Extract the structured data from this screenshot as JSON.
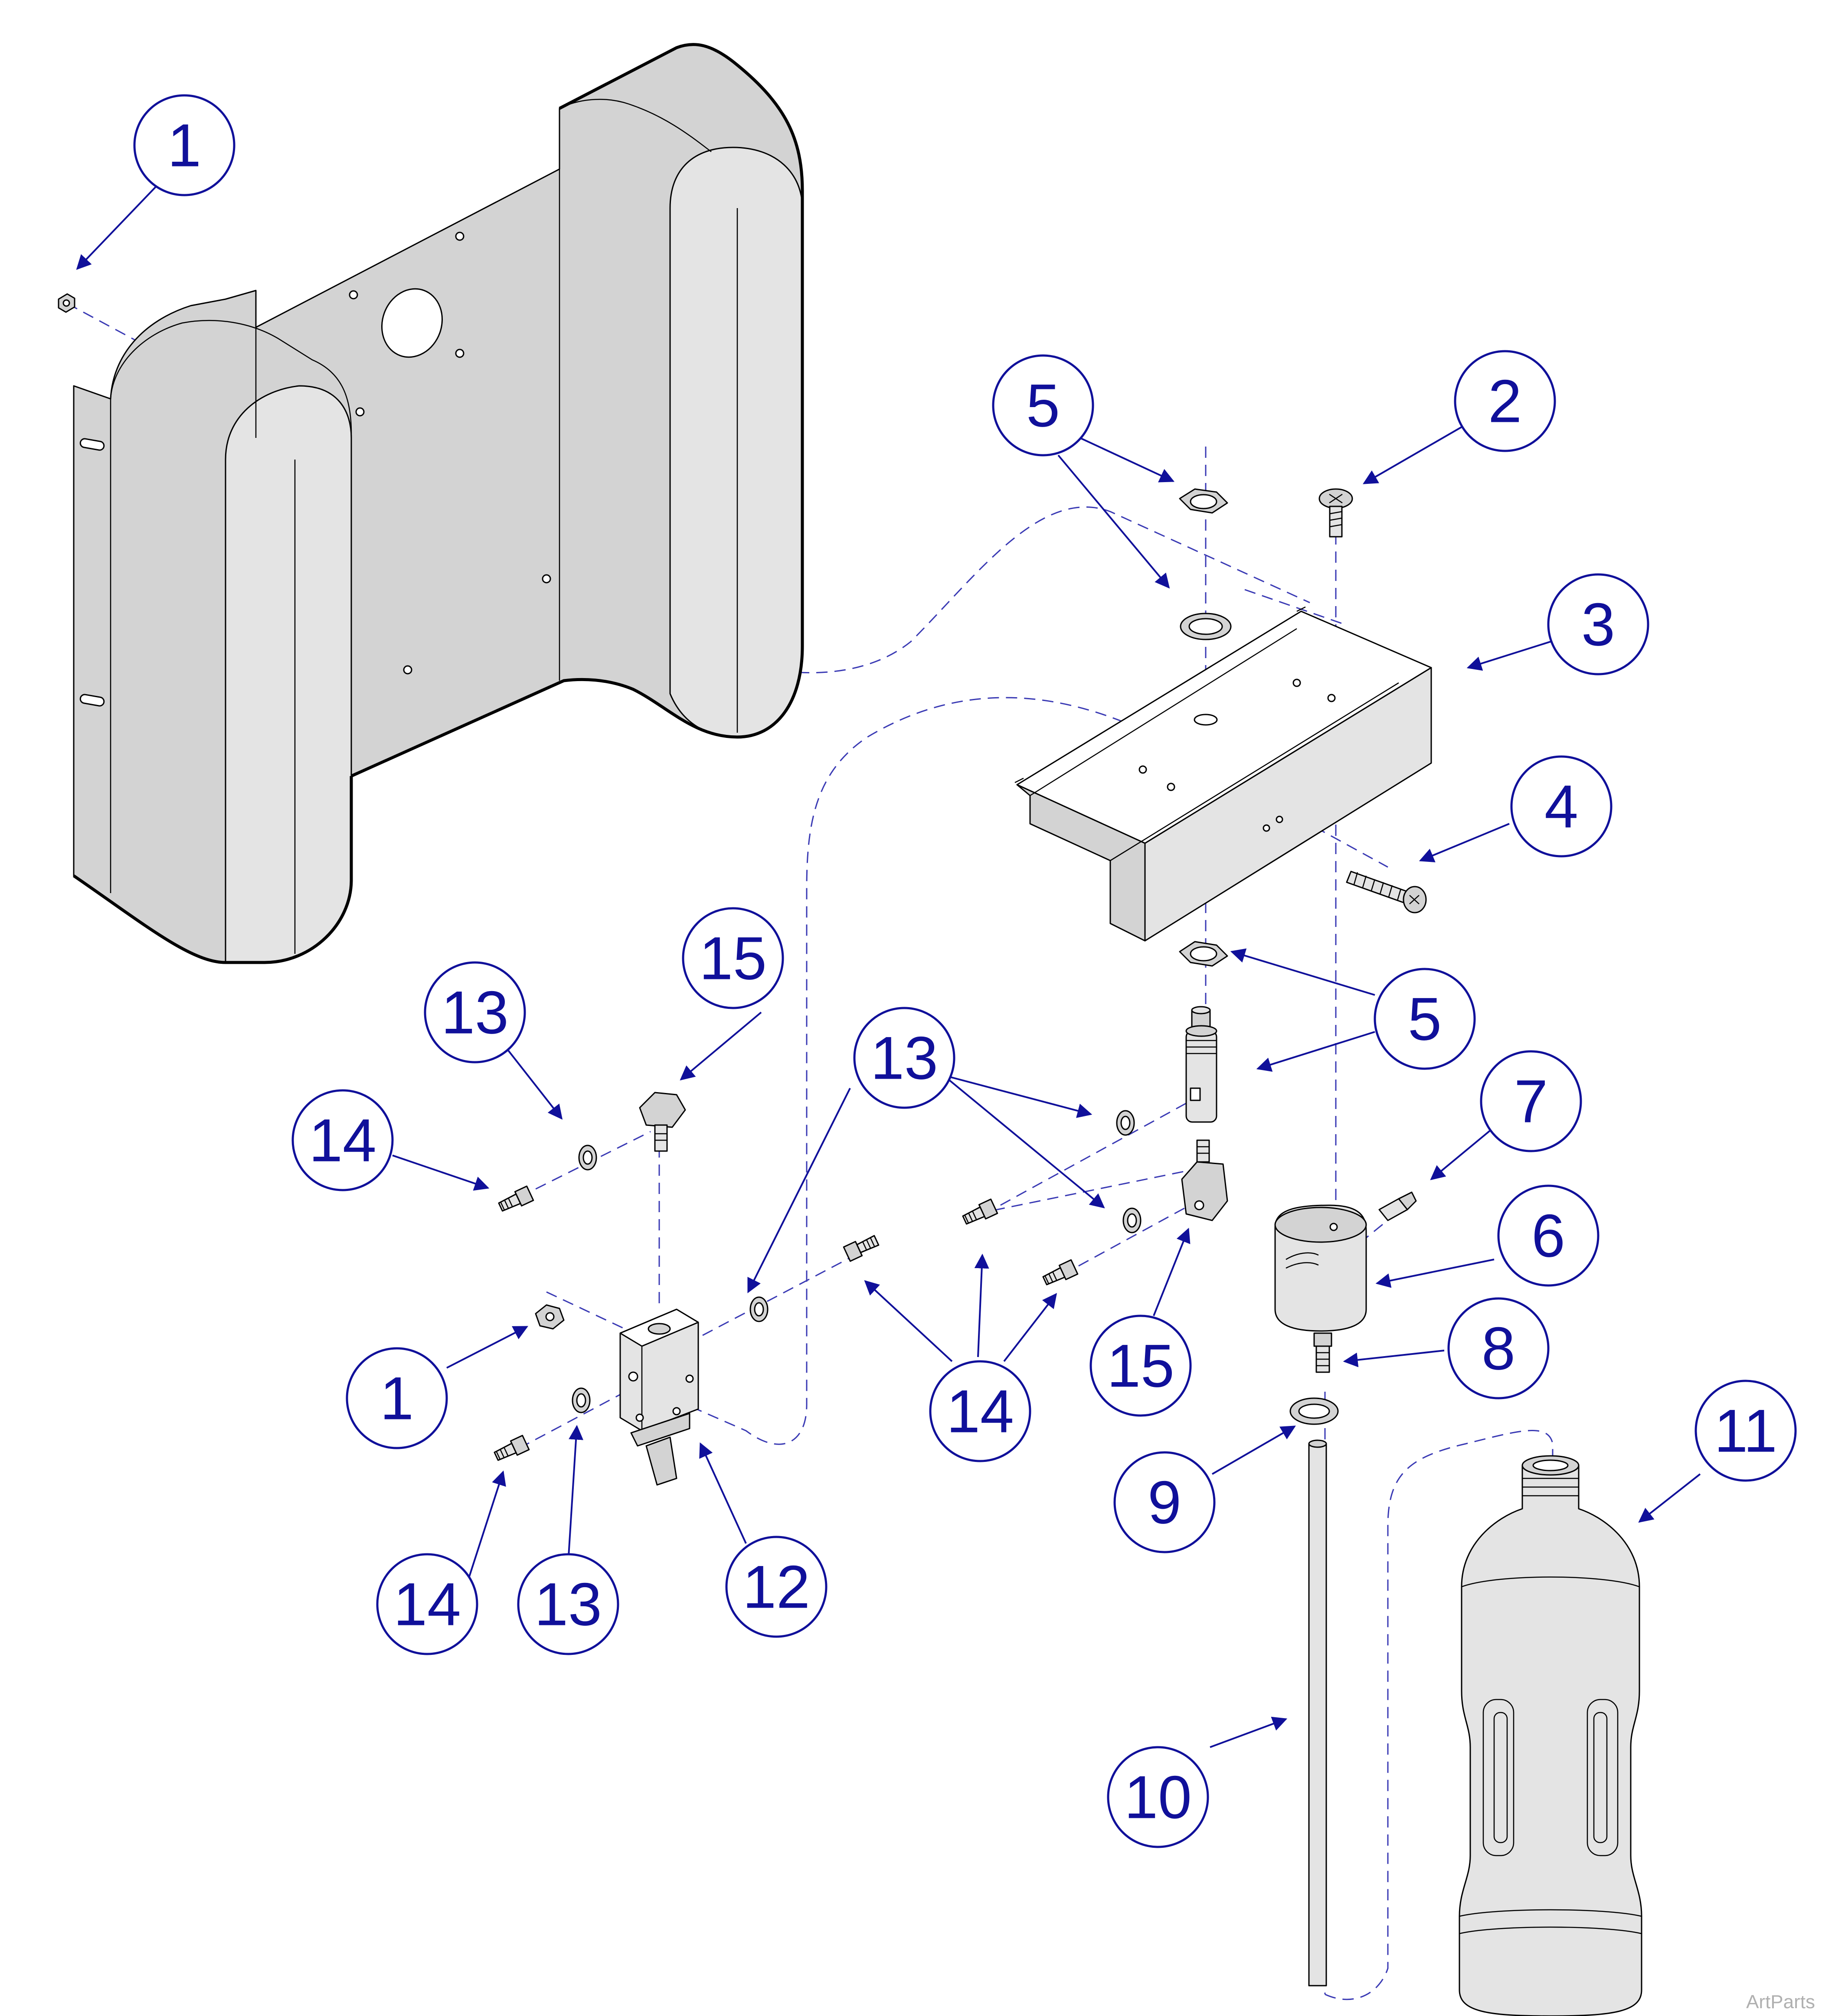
{
  "callouts": {
    "c1a": "1",
    "c1b": "1",
    "c2": "2",
    "c3": "3",
    "c4": "4",
    "c5a": "5",
    "c5b": "5",
    "c6": "6",
    "c7": "7",
    "c8": "8",
    "c9": "9",
    "c10": "10",
    "c11": "11",
    "c12": "12",
    "c13a": "13",
    "c13b": "13",
    "c13c": "13",
    "c14a": "14",
    "c14b": "14",
    "c14c": "14",
    "c15a": "15",
    "c15b": "15"
  },
  "watermark": "ArtParts",
  "colors": {
    "callout": "#10109a",
    "part_fill": "#d3d3d3",
    "dashed_line": "#3a3ab4"
  }
}
